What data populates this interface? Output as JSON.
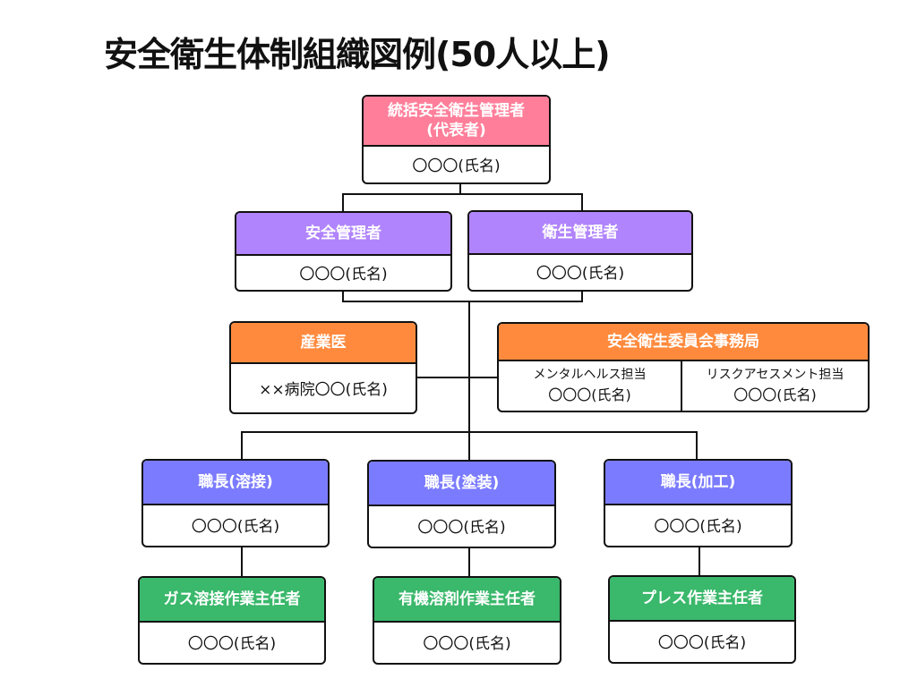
{
  "title": "安全衛生体制組織図例(50人以上)",
  "top": {
    "role_line1": "統括安全衛生管理者",
    "role_line2": "(代表者)",
    "name": "〇〇〇(氏名)"
  },
  "safety_manager": {
    "role": "安全管理者",
    "name": "〇〇〇(氏名)"
  },
  "hygiene_manager": {
    "role": "衛生管理者",
    "name": "〇〇〇(氏名)"
  },
  "industrial_doctor": {
    "role": "産業医",
    "name": "××病院〇〇(氏名)"
  },
  "committee_office": {
    "role": "安全衛生委員会事務局",
    "left": {
      "duty": "メンタルヘルス担当",
      "name": "〇〇〇(氏名)"
    },
    "right": {
      "duty": "リスクアセスメント担当",
      "name": "〇〇〇(氏名)"
    }
  },
  "foremen": [
    {
      "role": "職長(溶接)",
      "name": "〇〇〇(氏名)"
    },
    {
      "role": "職長(塗装)",
      "name": "〇〇〇(氏名)"
    },
    {
      "role": "職長(加工)",
      "name": "〇〇〇(氏名)"
    }
  ],
  "chiefs": [
    {
      "role": "ガス溶接作業主任者",
      "name": "〇〇〇(氏名)"
    },
    {
      "role": "有機溶剤作業主任者",
      "name": "〇〇〇(氏名)"
    },
    {
      "role": "プレス作業主任者",
      "name": "〇〇〇(氏名)"
    }
  ],
  "colors": {
    "top_header": "#ff7f9a",
    "manager_header": "#b084fc",
    "orange_header": "#ff8a3d",
    "foreman_header": "#7b7bff",
    "chief_header": "#3ab86b"
  }
}
